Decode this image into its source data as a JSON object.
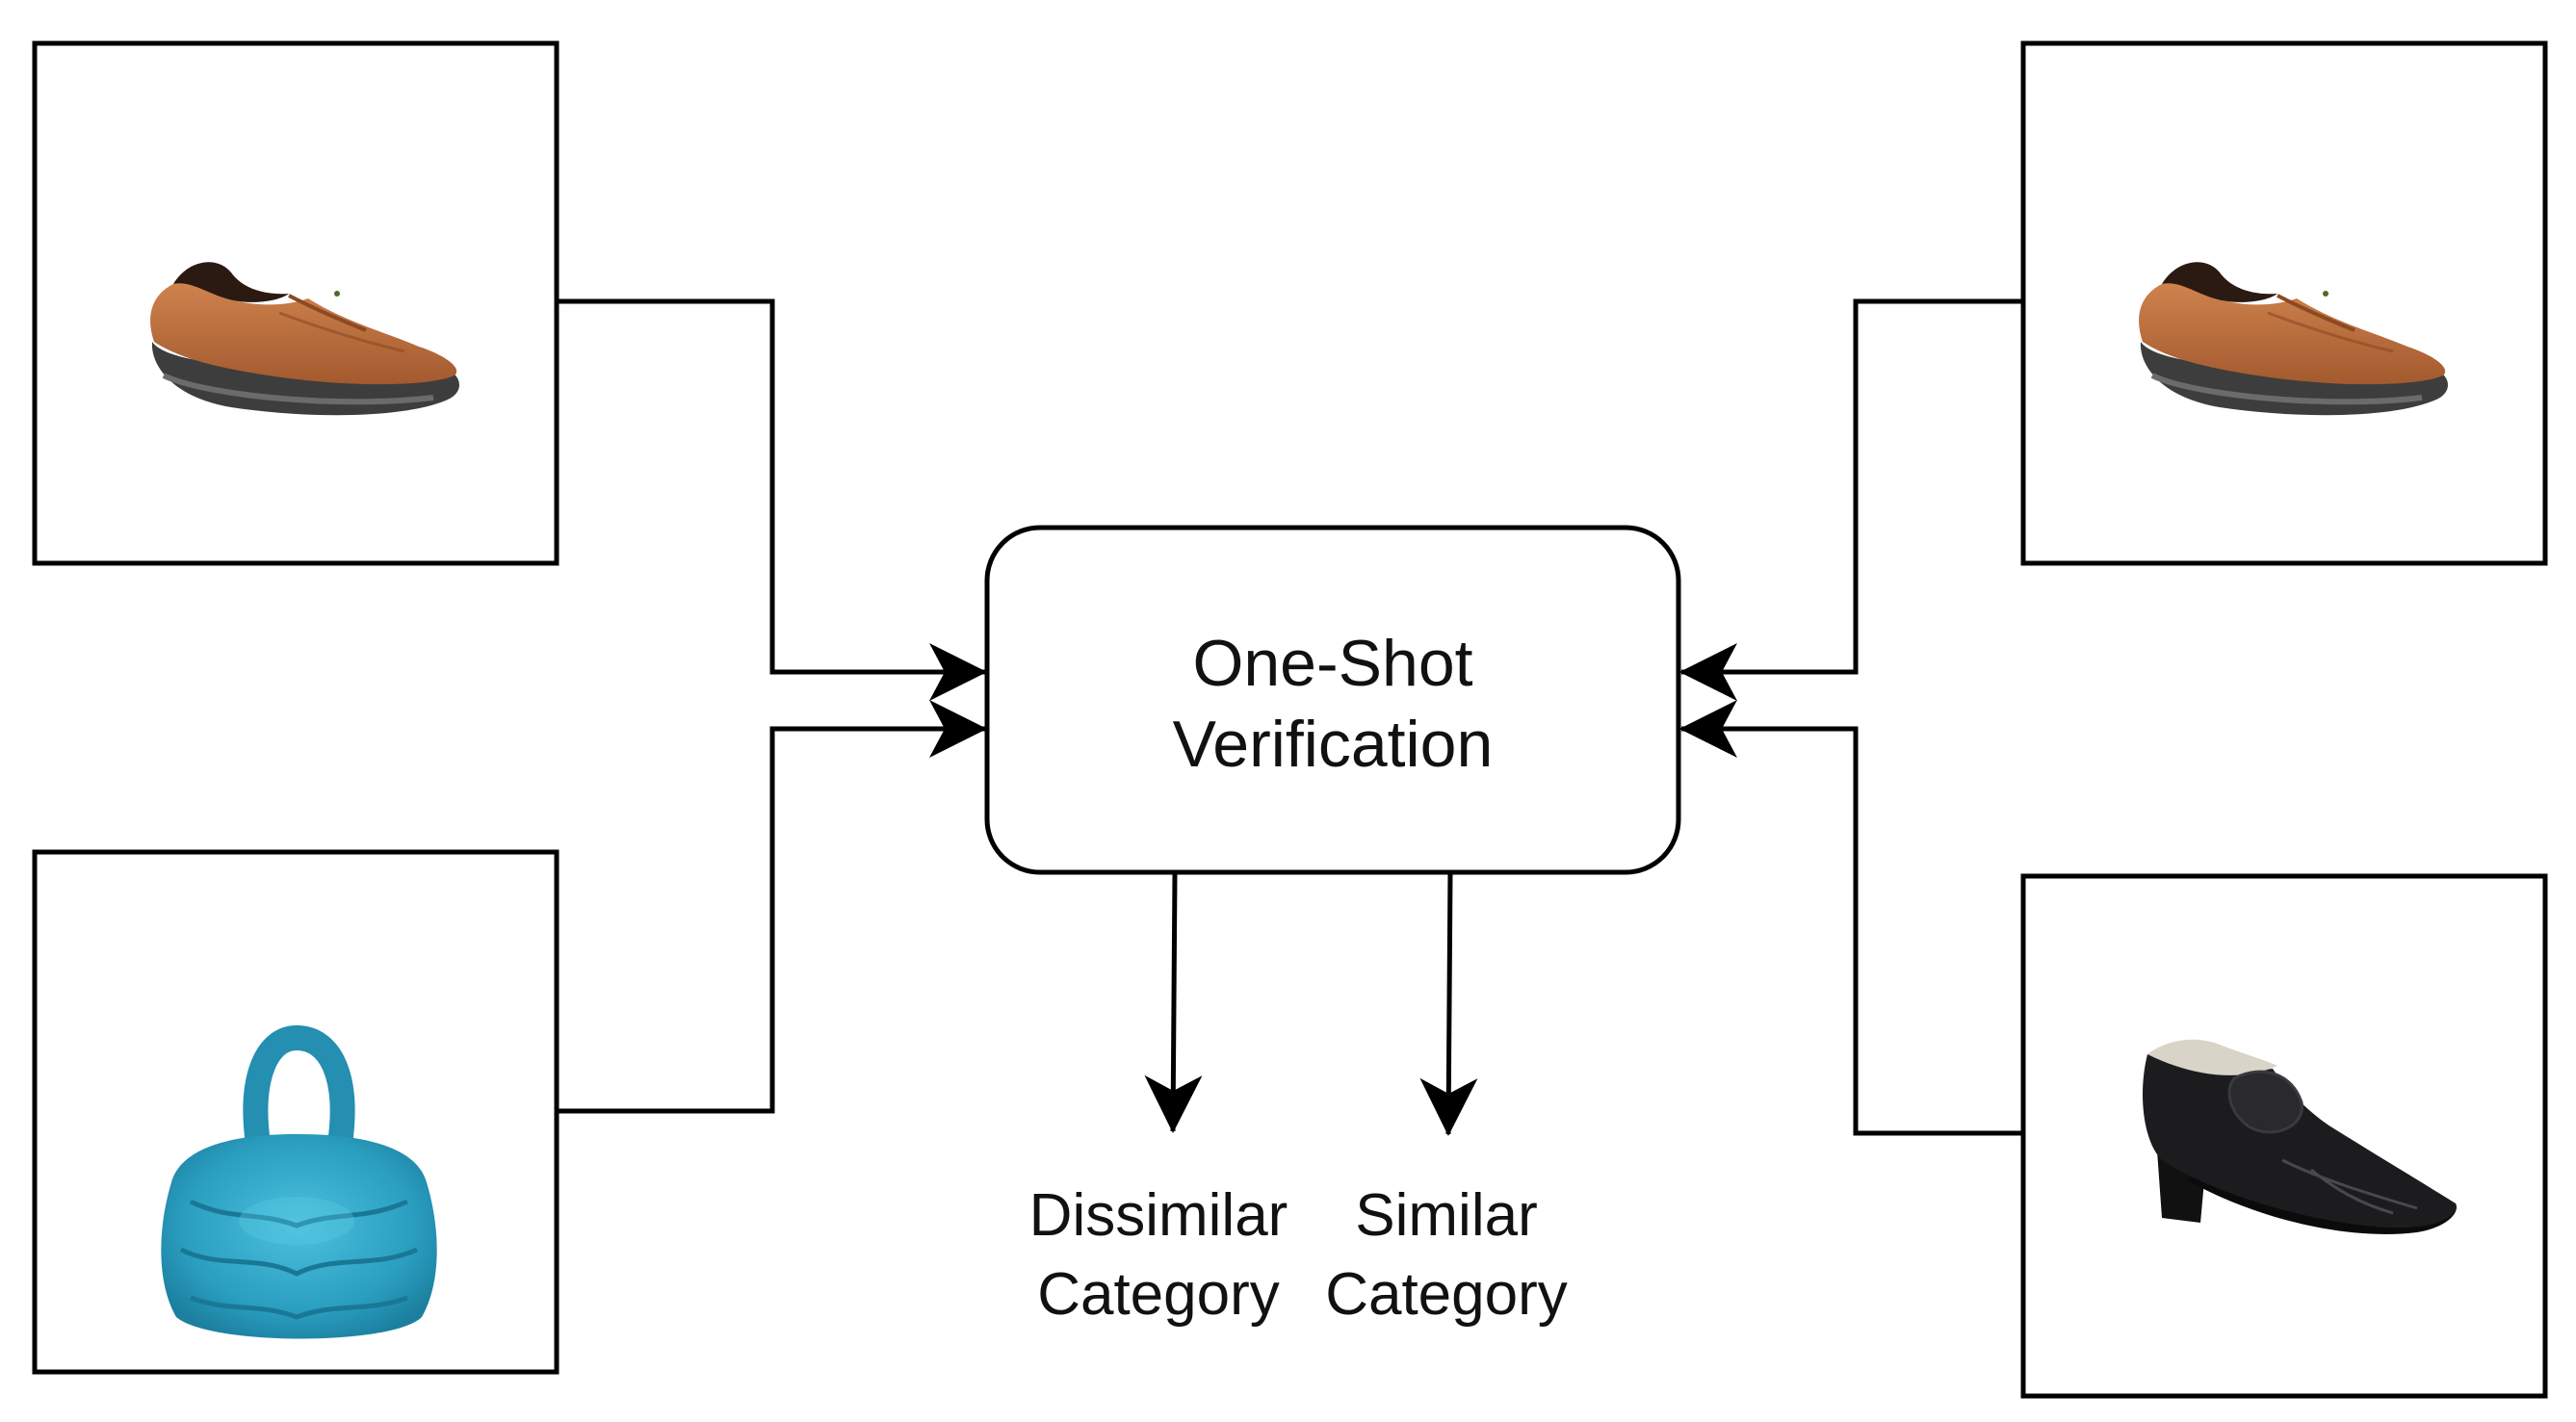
{
  "center_box": {
    "line1": "One-Shot",
    "line2": "Verification"
  },
  "outputs": {
    "dissimilar": {
      "line1": "Dissimilar",
      "line2": "Category"
    },
    "similar": {
      "line1": "Similar",
      "line2": "Category"
    }
  },
  "images": {
    "top_left": "brown-leather-slip-on-shoe",
    "bottom_left": "blue-leather-handbag",
    "top_right": "brown-leather-slip-on-shoe",
    "bottom_right": "black-leather-pointed-loafer"
  },
  "colors": {
    "stroke": "#000000",
    "background": "#ffffff",
    "shoe_brown": "#b86a3c",
    "bag_blue": "#2aa3c4",
    "shoe_black": "#1c1c1e"
  }
}
